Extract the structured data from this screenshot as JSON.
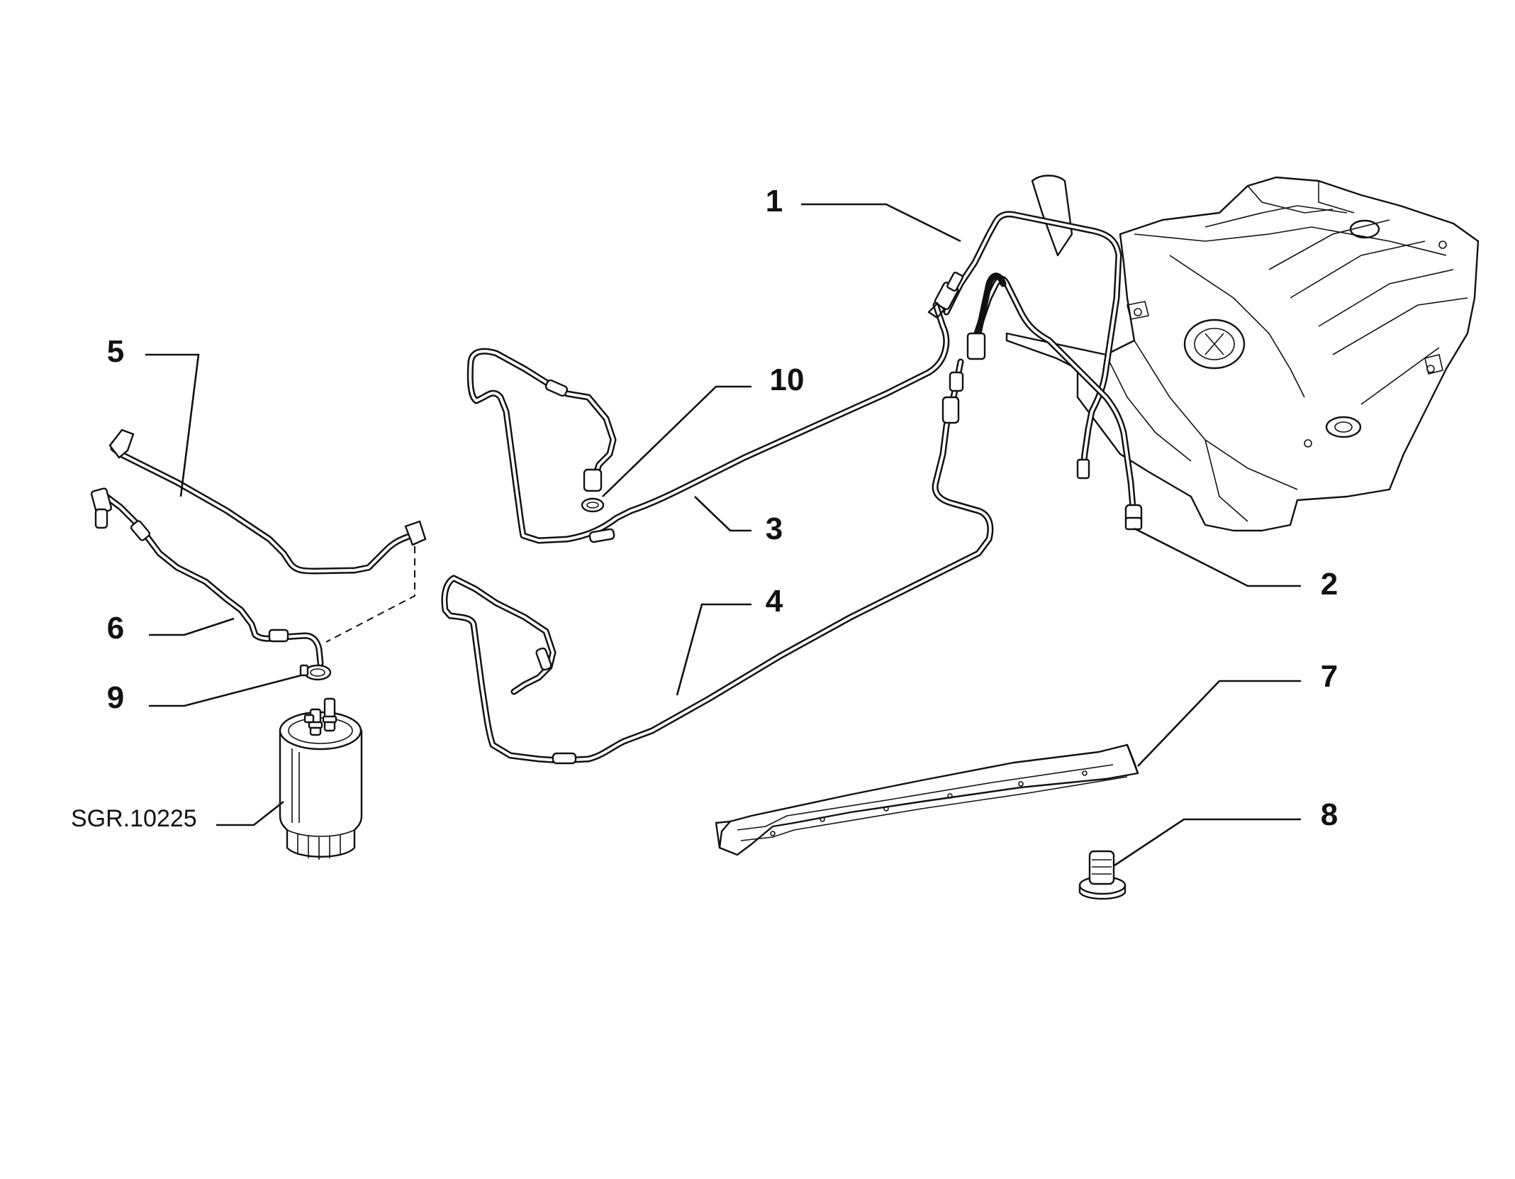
{
  "diagram": {
    "callouts": {
      "c1": "1",
      "c2": "2",
      "c3": "3",
      "c4": "4",
      "c5": "5",
      "c6": "6",
      "c7": "7",
      "c8": "8",
      "c9": "9",
      "c10": "10"
    },
    "reference_code": "SGR.10225"
  }
}
